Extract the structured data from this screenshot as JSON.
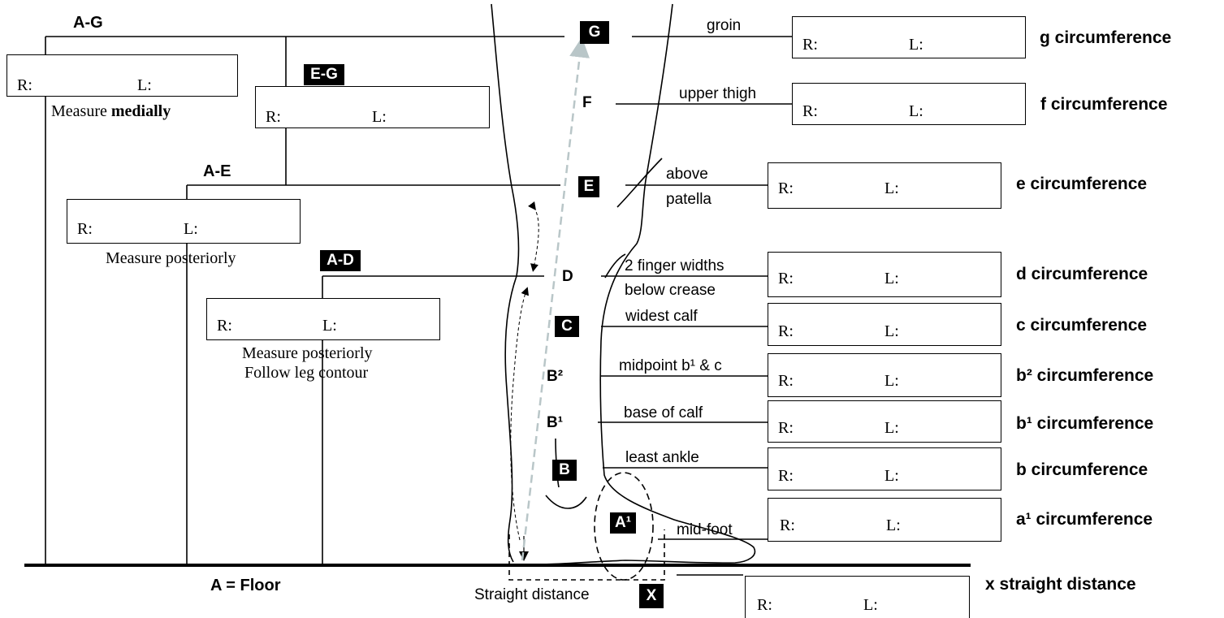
{
  "points": {
    "g": "G",
    "f": "F",
    "e": "E",
    "d": "D",
    "c": "C",
    "b2": "B²",
    "b1": "B¹",
    "b": "B",
    "a1": "A¹",
    "x": "X"
  },
  "spans": {
    "ag": "A-G",
    "eg": "E-G",
    "ae": "A-E",
    "ad": "A-D"
  },
  "floor_label": "A = Floor",
  "straight_distance_label": "Straight distance",
  "landmarks": {
    "g": "groin",
    "f": "upper thigh",
    "e_line1": "above",
    "e_line2": "patella",
    "d_line1": "2 finger widths",
    "d_line2": "below crease",
    "c": "widest calf",
    "b2": "midpoint b¹ & c",
    "b1": "base of calf",
    "b": "least ankle",
    "a1": "mid-foot"
  },
  "circumference_labels": {
    "g": "g circumference",
    "f": "f circumference",
    "e": "e circumference",
    "d": "d circumference",
    "c": "c circumference",
    "b2": "b² circumference",
    "b1": "b¹ circumference",
    "b": "b circumference",
    "a1": "a¹ circumference",
    "x": "x straight distance"
  },
  "field_labels": {
    "right": "R:",
    "left": "L:"
  },
  "notes": {
    "medially_prefix": "Measure ",
    "medially_bold": "medially",
    "ae_posteriorly": "Measure posteriorly",
    "ad_posteriorly": "Measure posteriorly",
    "ad_contour": "Follow leg contour"
  },
  "colors": {
    "line": "#000000",
    "dashed_arrow": "#b9c6c8",
    "tag_bg": "#000000",
    "tag_fg": "#ffffff"
  }
}
